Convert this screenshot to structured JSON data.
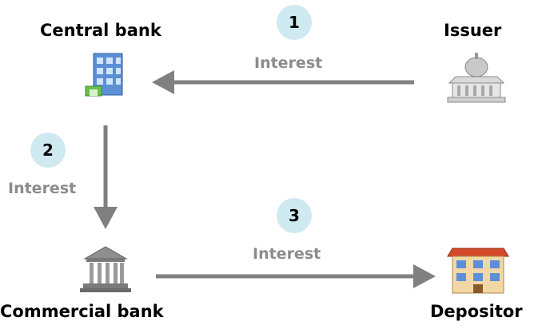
{
  "nodes": {
    "central_bank": {
      "label": "Central bank",
      "icon": "office-building-icon"
    },
    "issuer": {
      "label": "Issuer",
      "icon": "government-building-icon"
    },
    "commercial_bank": {
      "label": "Commercial bank",
      "icon": "bank-icon"
    },
    "depositor": {
      "label": "Depositor",
      "icon": "house-icon"
    }
  },
  "flows": [
    {
      "step": "1",
      "label": "Interest"
    },
    {
      "step": "2",
      "label": "Interest"
    },
    {
      "step": "3",
      "label": "Interest"
    }
  ],
  "colors": {
    "arrow": "#808080",
    "badge": "#cfe9f1",
    "label_text": "#8c8c8c"
  }
}
